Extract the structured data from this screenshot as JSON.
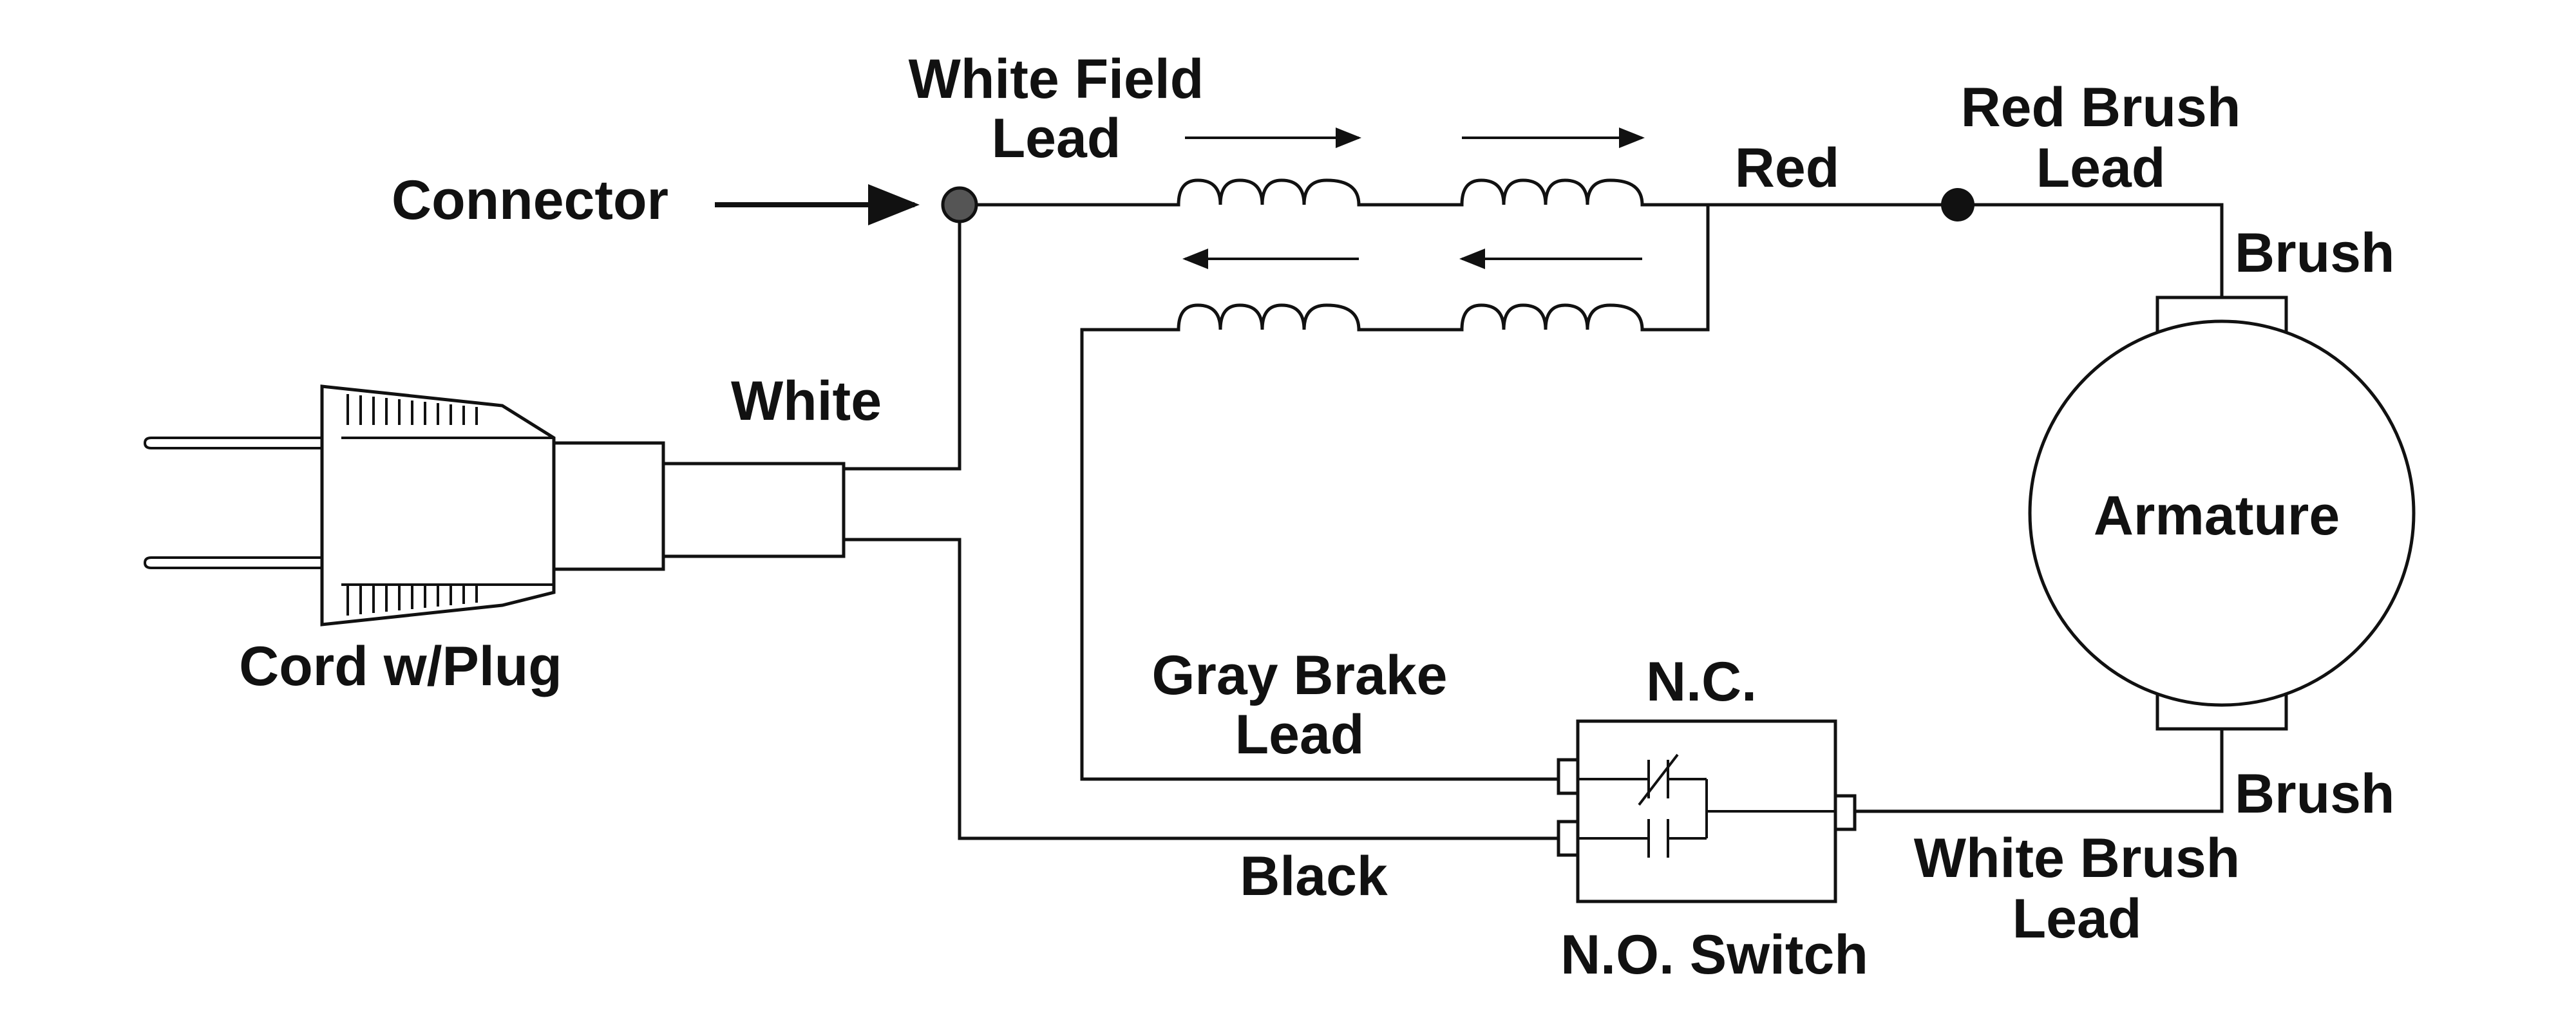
{
  "labels": {
    "connector": "Connector",
    "white_field_lead_line1": "White Field",
    "white_field_lead_line2": "Lead",
    "red": "Red",
    "red_brush_lead_line1": "Red Brush",
    "red_brush_lead_line2": "Lead",
    "brush_top": "Brush",
    "white": "White",
    "armature": "Armature",
    "cord_with_plug": "Cord w/Plug",
    "gray_brake_lead_line1": "Gray Brake",
    "gray_brake_lead_line2": "Lead",
    "nc": "N.C.",
    "brush_bottom": "Brush",
    "black": "Black",
    "white_brush_lead_line1": "White Brush",
    "white_brush_lead_line2": "Lead",
    "no_switch": "N.O. Switch"
  },
  "colors": {
    "ink": "#111111",
    "background": "#ffffff"
  },
  "icons": {
    "connector": "connector-dot-icon",
    "junction": "junction-dot-icon",
    "plug": "power-plug-icon",
    "coil": "field-coil-icon",
    "motor": "armature-motor-icon",
    "switch": "brake-switch-icon"
  }
}
